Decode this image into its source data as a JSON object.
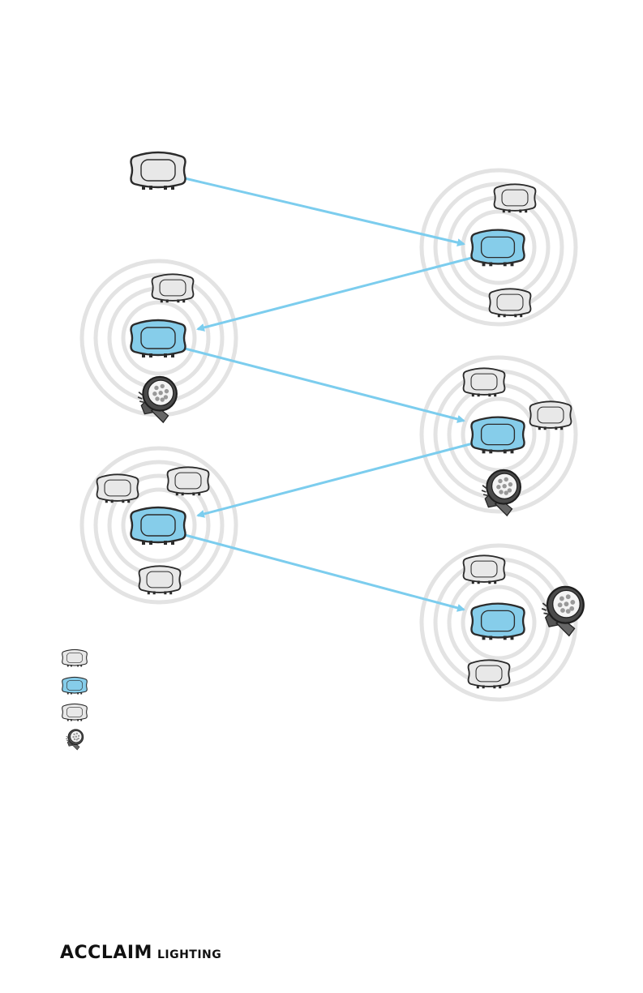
{
  "diagram": {
    "description_colors": {
      "ring": "#e3e3e3",
      "link_arrow": "#7ccdee",
      "node_gray_fill": "#e8e8e8",
      "node_blue_fill": "#86cdea",
      "node_outline": "#2b2b2b"
    },
    "icons": {
      "gray_node": "controller-gray-icon",
      "blue_node": "controller-blue-icon",
      "fixture": "flood-fixture-icon"
    },
    "clusters": [
      {
        "name": "cluster-1",
        "members": [
          "controller-blue",
          "controller-gray",
          "controller-gray"
        ]
      },
      {
        "name": "cluster-2",
        "members": [
          "controller-blue",
          "controller-gray",
          "flood-fixture"
        ]
      },
      {
        "name": "cluster-3",
        "members": [
          "controller-blue",
          "controller-gray",
          "controller-gray",
          "flood-fixture"
        ]
      },
      {
        "name": "cluster-4",
        "members": [
          "controller-blue",
          "controller-gray",
          "controller-gray",
          "controller-gray"
        ]
      },
      {
        "name": "cluster-5",
        "members": [
          "controller-blue",
          "controller-gray",
          "controller-gray",
          "flood-fixture"
        ]
      }
    ],
    "legend": [
      {
        "icon": "controller-gray-icon",
        "label": ""
      },
      {
        "icon": "controller-blue-icon",
        "label": ""
      },
      {
        "icon": "controller-gray-icon",
        "label": ""
      },
      {
        "icon": "flood-fixture-icon",
        "label": ""
      }
    ]
  },
  "footer": {
    "brand_main": "ACCLAIM",
    "brand_sub": "LIGHTING"
  }
}
